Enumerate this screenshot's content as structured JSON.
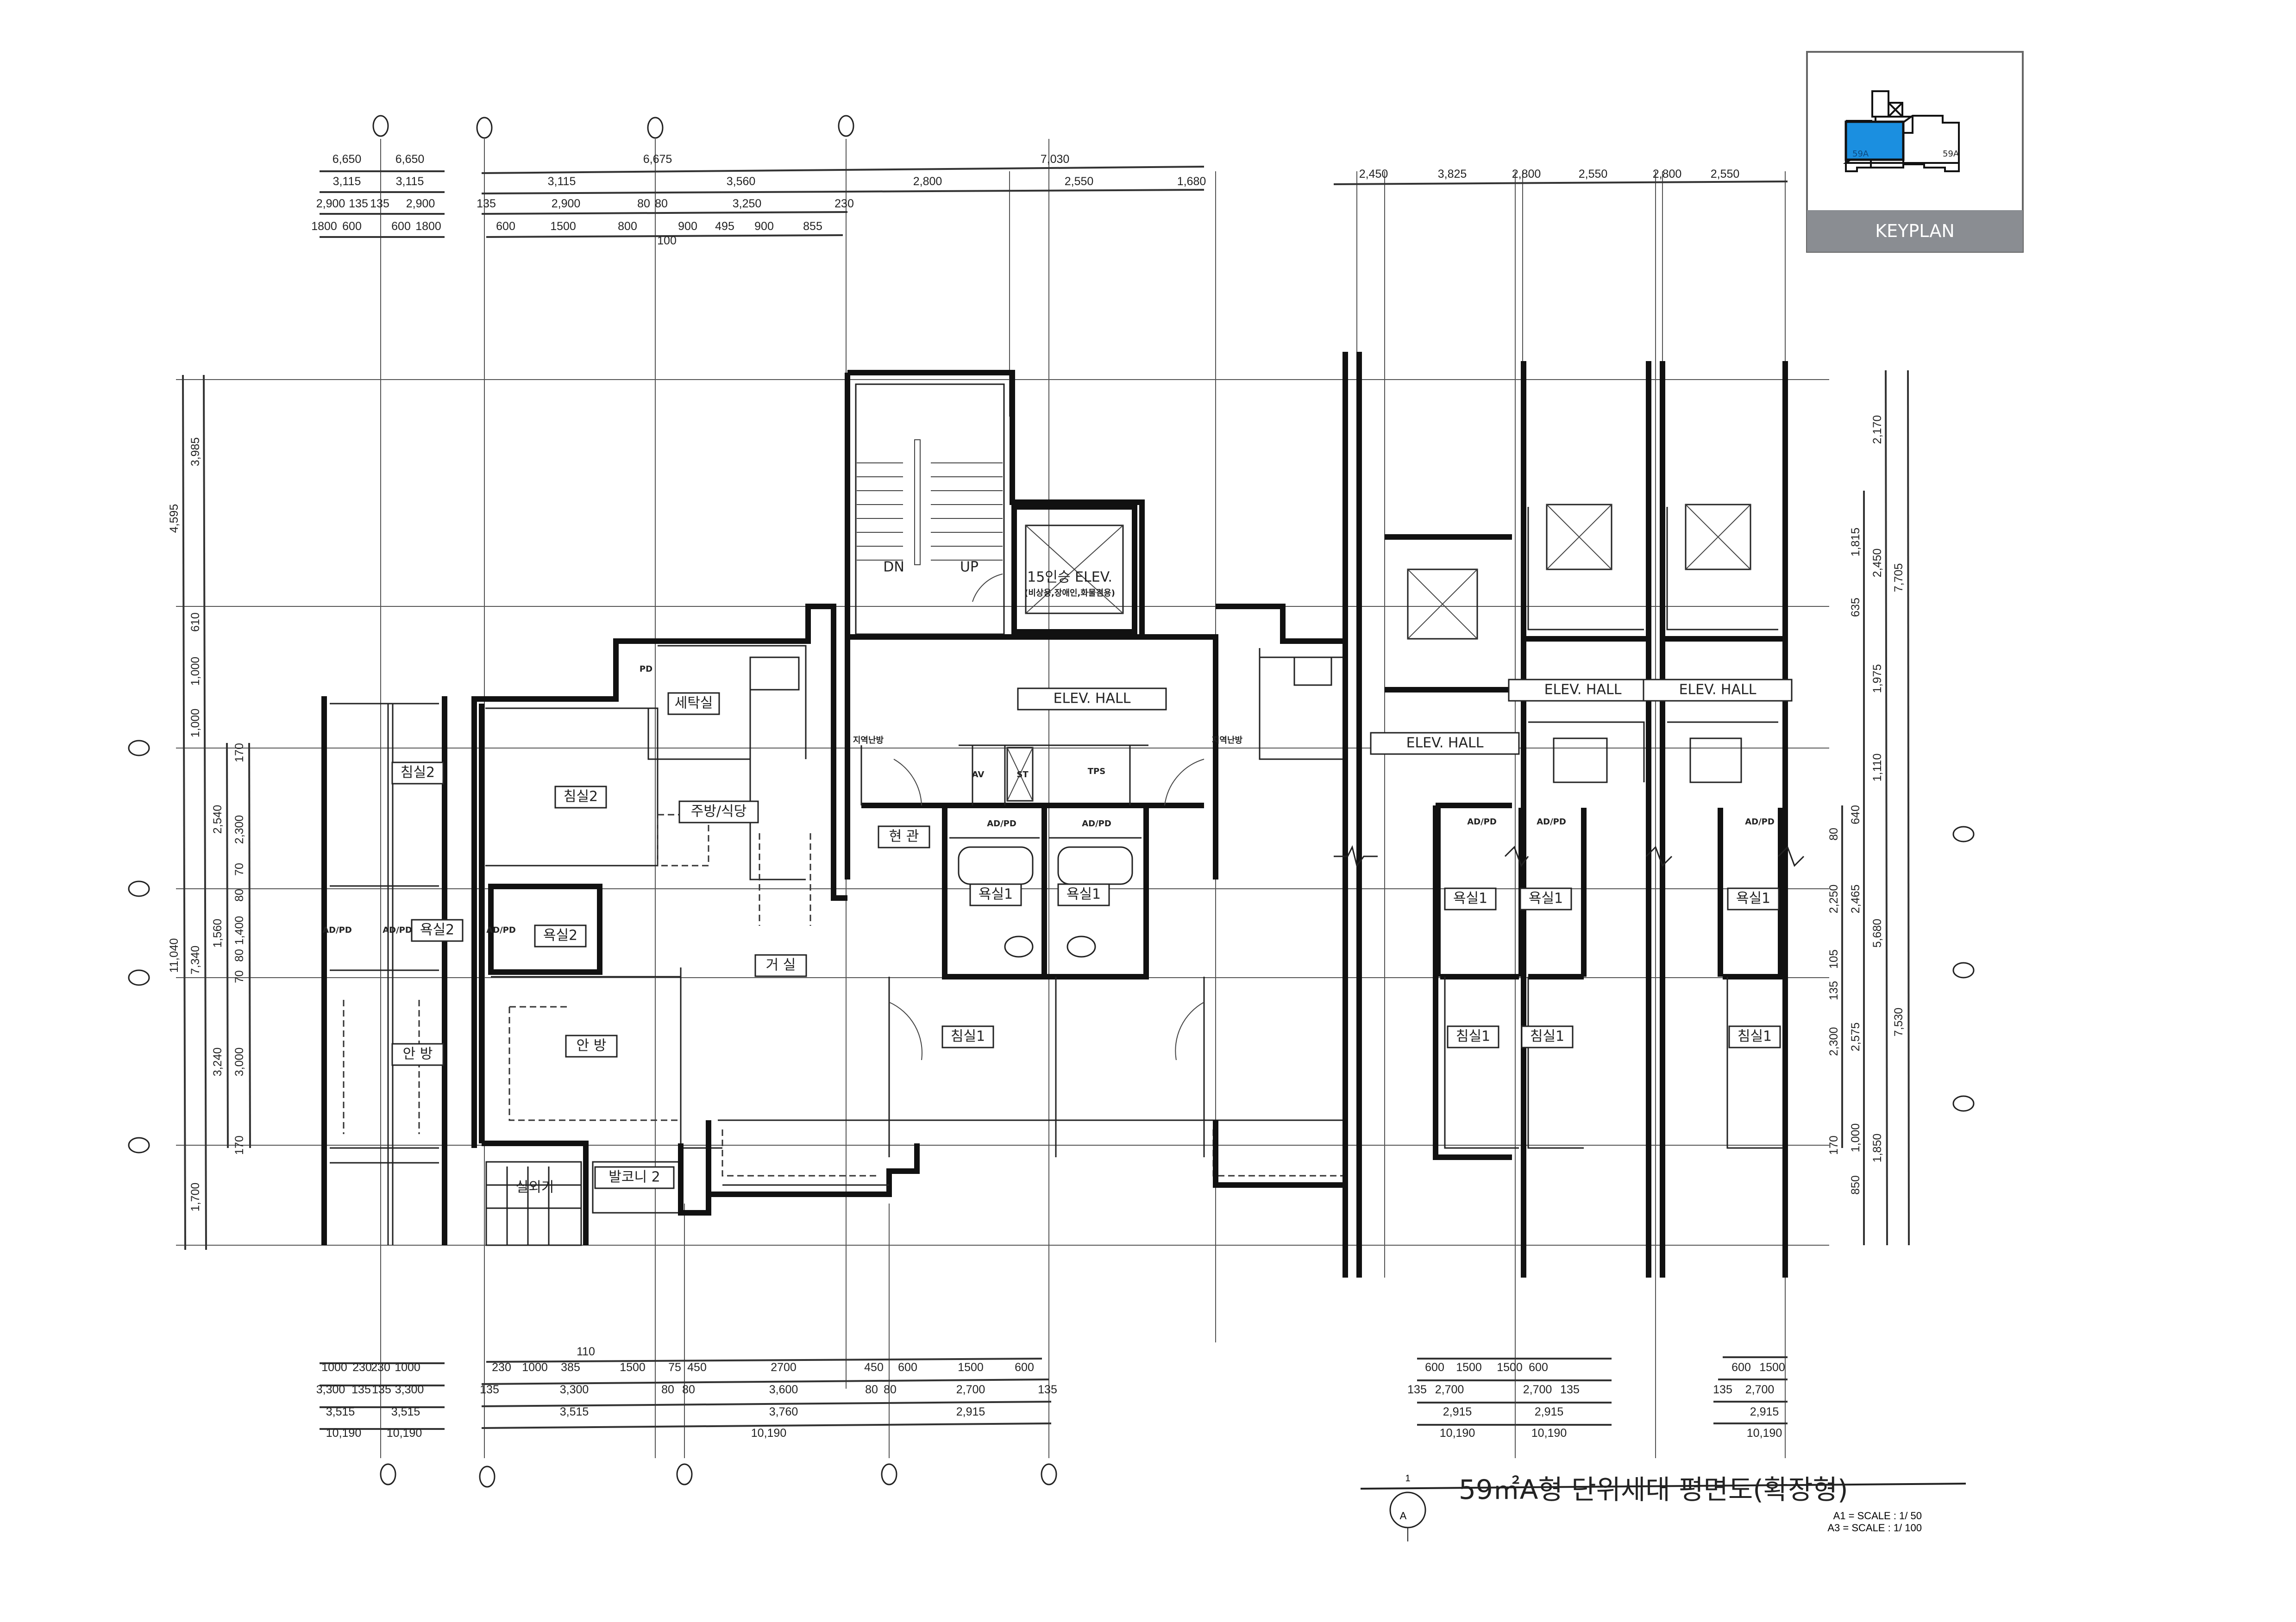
{
  "keyplan": {
    "title": "KEYPLAN",
    "unit_labels": [
      "59A",
      "59A"
    ],
    "highlight_color": "#1b8fe0",
    "band_color": "#8a8d92"
  },
  "title_block": {
    "text": "59㎡A형 단위세대 평면도(확장형)",
    "symbol_number": "1",
    "symbol_letter": "A",
    "scale_a1": "A1 = SCALE : 1/ 50",
    "scale_a3": "A3 = SCALE : 1/ 100"
  },
  "dimensions": {
    "top_row1": [
      "6,650",
      "6,650",
      "6,675",
      "7,030"
    ],
    "top_row2": [
      "3,115",
      "3,115",
      "3,115",
      "3,560",
      "2,800",
      "2,550",
      "1,680"
    ],
    "top_right": [
      "2,450",
      "3,825",
      "2,800",
      "2,550",
      "2,800",
      "2,550"
    ],
    "top_row3": [
      "2,900",
      "135",
      "135",
      "2,900",
      "135",
      "2,900",
      "80",
      "80",
      "3,250",
      "230",
      "100"
    ],
    "top_row4": [
      "1800",
      "600",
      "600",
      "1800",
      "600",
      "1500",
      "800",
      "900",
      "495",
      "900",
      "855"
    ],
    "bottom_row1": [
      "1000",
      "230",
      "230",
      "1000",
      "230",
      "1000",
      "385",
      "110",
      "1500",
      "75",
      "450",
      "2700",
      "450",
      "600",
      "1500",
      "600",
      "600",
      "1500",
      "1500",
      "600",
      "600",
      "1500"
    ],
    "bottom_row2": [
      "3,300",
      "135",
      "135",
      "3,300",
      "135",
      "3,300",
      "80",
      "80",
      "3,600",
      "80",
      "80",
      "2,700",
      "135",
      "135",
      "2,700",
      "2,700",
      "135",
      "135",
      "2,700"
    ],
    "bottom_row3": [
      "3,515",
      "3,515",
      "3,515",
      "3,760",
      "2,915",
      "2,915",
      "2,915",
      "2,915"
    ],
    "bottom_row4": [
      "10,190",
      "10,190",
      "10,190",
      "10,190",
      "10,190",
      "10,190"
    ],
    "left_col1": [
      "4,595",
      "11,040"
    ],
    "left_col2": [
      "3,985",
      "610",
      "1,000",
      "1,000",
      "7,340",
      "1,700"
    ],
    "left_col3": [
      "2,540",
      "1,560",
      "3,240"
    ],
    "left_col4": [
      "170",
      "2,300",
      "70",
      "80",
      "1,400",
      "80",
      "70",
      "3,000",
      "170"
    ],
    "right_col1": [
      "80",
      "2,250",
      "105",
      "135",
      "2,300",
      "170"
    ],
    "right_col2": [
      "1,815",
      "635",
      "640",
      "2,465",
      "2,575",
      "1,000",
      "850"
    ],
    "right_col3": [
      "2,170",
      "2,450",
      "1,975",
      "1,110",
      "5,680",
      "1,850"
    ],
    "right_col4": [
      "7,705",
      "7,530"
    ]
  },
  "rooms": [
    "침실2",
    "욕실2",
    "AD/PD",
    "AD/PD",
    "안 방",
    "침실2",
    "세탁실",
    "PD",
    "주방/식당",
    "AD/PD",
    "욕실2",
    "거 실",
    "안 방",
    "실외기",
    "발코니 2",
    "현 관",
    "지역난방",
    "지역난방",
    "ELEV. HALL",
    "AV",
    "ST",
    "TPS",
    "DN",
    "UP",
    "15인승 ELEV.",
    "(비상용,장애인,화물겸용)",
    "AD/PD",
    "AD/PD",
    "욕실1",
    "욕실1",
    "침실1",
    "ELEV. HALL",
    "ELEV. HALL",
    "ELEV. HALL",
    "AD/PD",
    "AD/PD",
    "AD/PD",
    "욕실1",
    "욕실1",
    "욕실1",
    "침실1",
    "침실1",
    "침실1"
  ]
}
